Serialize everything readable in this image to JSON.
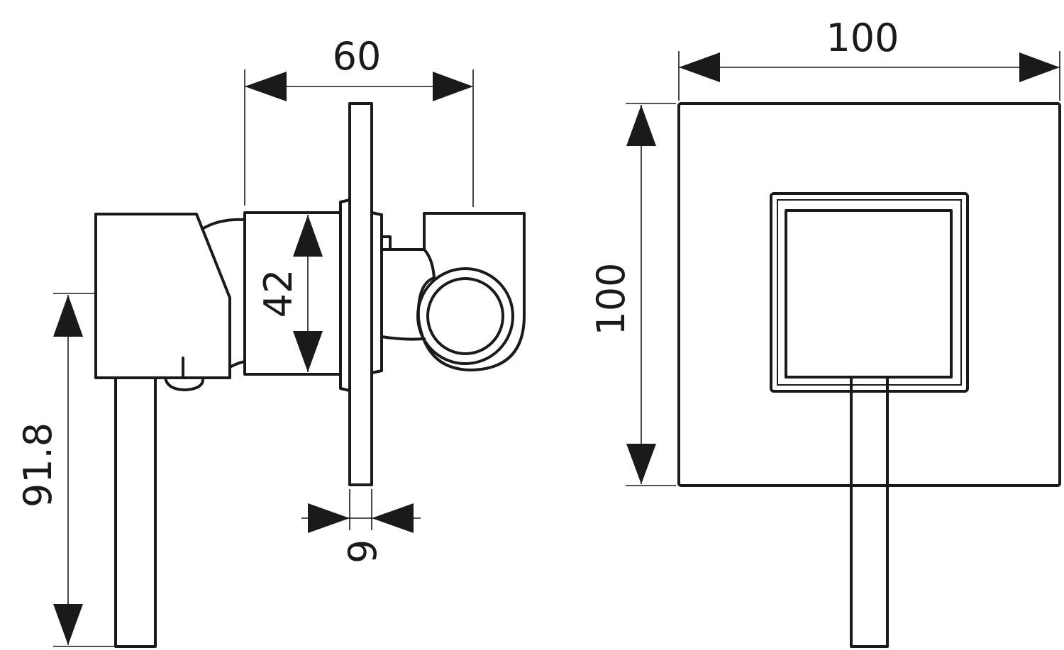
{
  "dimensions": {
    "side_width": "60",
    "side_height": "42",
    "plate_thickness": "9",
    "lever_length": "91.8",
    "front_width": "100",
    "front_height": "100"
  }
}
